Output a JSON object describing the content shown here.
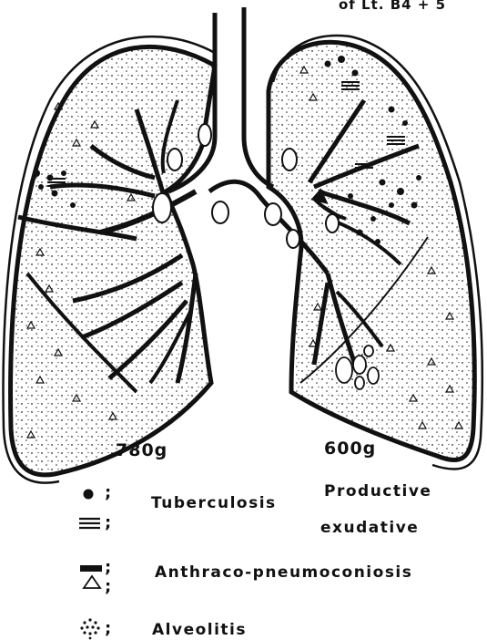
{
  "header": {
    "note": "of Lt. B4 + 5"
  },
  "weights": {
    "left": "780g",
    "right": "600g"
  },
  "legend": {
    "tuberculosis": "Tuberculosis",
    "productive": "Productive",
    "exudative": "exudative",
    "anthraco": "Anthraco-pneumoconiosis",
    "alveolitis": "Alveolitis",
    "separator": ";"
  }
}
